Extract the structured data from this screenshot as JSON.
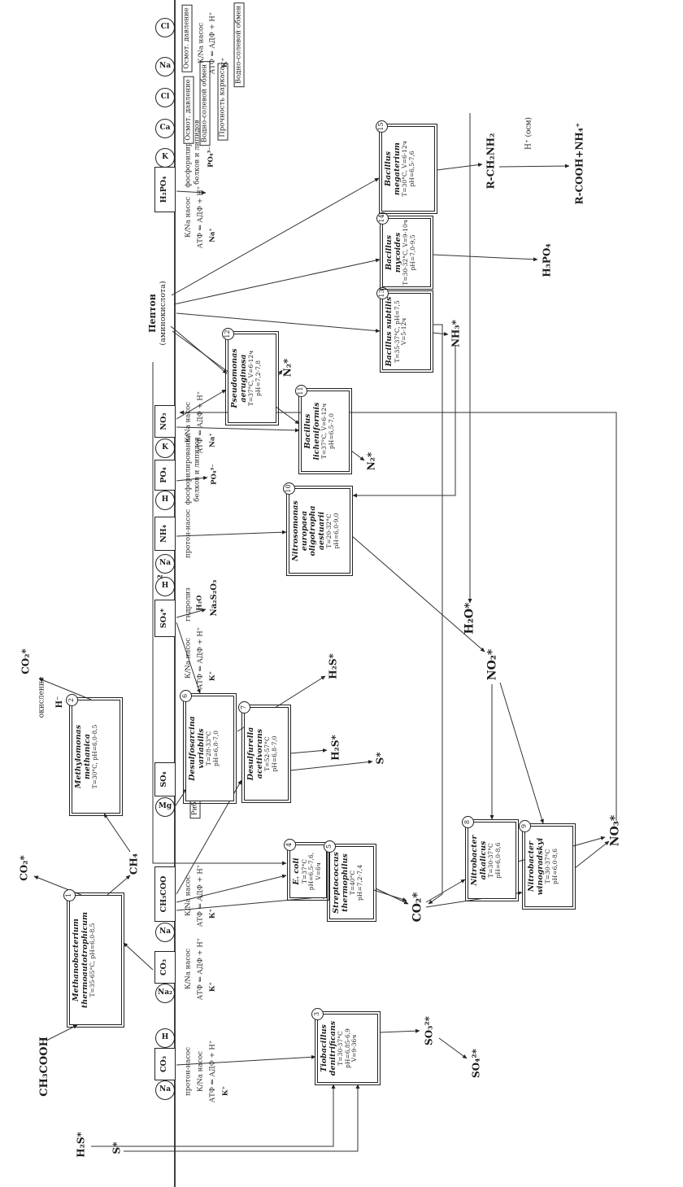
{
  "transport": {
    "pump": "К/Na насос",
    "atp": "АТФ ⇐ АДФ + Н⁺",
    "k_out": "К⁺",
    "na_out": "Na⁺",
    "proton_pump": "протон-насос",
    "phospho_1": "фосфорилирование",
    "phospho_2": "белков и липидов",
    "po4_out": "PO₄³⁻",
    "osmotic": "Осмот. давление",
    "water_salt": "Водно-солевой обмен",
    "framework": "Прочность каркаса",
    "ribosomes": "Рибосомы и мембраны",
    "hydrolysis": "гидролиз",
    "water": "H₂O",
    "thiosulfate": "Na₂S₂O₃"
  },
  "ions": {
    "na": "Na",
    "na2": "Na₂",
    "k": "K",
    "h": "H",
    "ca": "Ca",
    "cl": "Cl",
    "mg": "Mg",
    "two": "2"
  },
  "membrane": {
    "co3": "CO₃",
    "ch3coo": "CH₃COO",
    "so4": "SO₄",
    "so4_star": "SO₄*",
    "nh4": "NH₄",
    "po4": "PO₄",
    "no3": "NO₃",
    "h2po4": "H₂PO₄"
  },
  "labels": {
    "ch3cooh": "CH₃COOH",
    "co2_1": "CO₂*",
    "ch4": "CH₄",
    "oxidation": "окисление",
    "h_minus": "Н⁻",
    "co2_2": "CO₂*",
    "h2s_in": "H₂S*",
    "s_in": "S*",
    "so3": "SO₃²*",
    "so42": "SO₄²*",
    "co2_pool": "CO₂*",
    "h2s_1": "H₂S*",
    "h2s_2": "H₂S*",
    "s_1": "S*",
    "no2": "NO₂*",
    "no3_out": "NO₃*",
    "h2o": "H₂O*",
    "n2_1": "N₂*",
    "n2_2": "N₂*",
    "nh3": "NH₃*",
    "h3po4": "H₃PO₄",
    "rch2nh2": "R-CH₂NH₂",
    "h_osm": "Н⁺ (осм)",
    "rcooh": "R-COOH+NH₄⁺",
    "pepton_1": "Пептон",
    "pepton_2": "(аминокислота)"
  },
  "species": [
    {
      "num": "1",
      "name": "Methanobacterium thermoautotrophicum",
      "params": [
        "T=35-65°C, pH=6,0-8,5"
      ]
    },
    {
      "num": "2",
      "name": "Methylomonas methanica",
      "params": [
        "T=30°C, pH=6,0-8,5"
      ]
    },
    {
      "num": "3",
      "name": "Tiobacillus denitrificans",
      "params": [
        "T=30-37°C",
        "pH=6,85-6,9",
        "V=9-36ч"
      ]
    },
    {
      "num": "4",
      "name": "E. coli",
      "params": [
        "T=37°C",
        "pH=6,5-7,6, V=6ч"
      ]
    },
    {
      "num": "5",
      "name": "Streptococcus thermophilus",
      "params": [
        "T=40°C",
        "pH=7,2-7,4"
      ]
    },
    {
      "num": "6",
      "name": "Desulfosarcina variabilis",
      "params": [
        "T=28-33°C",
        "pH=6,8-7,0"
      ]
    },
    {
      "num": "7",
      "name": "Desulfurella acetivorans",
      "params": [
        "T=52-57°C",
        "pH=6,8-7,0"
      ]
    },
    {
      "num": "8",
      "name": "Nitrobacter alkalicus",
      "params": [
        "T=30-37°C",
        "pH=6,0-8,6"
      ]
    },
    {
      "num": "9",
      "name": "Nitrobacter winogradskyi",
      "params": [
        "T=30-37°C",
        "pH=6,0-8,6"
      ]
    },
    {
      "num": "10",
      "name": "Nitrosomonas europaea oligotropha aestuarii",
      "params": [
        "T=20-32°C",
        "pH=6,0-9,0"
      ]
    },
    {
      "num": "11",
      "name": "Bacillus licheniformis",
      "params": [
        "T=37°C, V=6-12ч",
        "pH=6,5-7,0"
      ]
    },
    {
      "num": "12",
      "name": "Pseudomonas aeruginosa",
      "params": [
        "T=37°C, V=6-12ч",
        "pH=7,2-7,8"
      ]
    },
    {
      "num": "13",
      "name": "Bacillus subtilis",
      "params": [
        "T=35-37°C, pH=7,5",
        "V=5-12ч"
      ]
    },
    {
      "num": "14",
      "name": "Bacillus mycoides",
      "params": [
        "T=30-32°C, V=9-10ч",
        "pH=7,0-9,5"
      ]
    },
    {
      "num": "15",
      "name": "Bacillus megaterium",
      "params": [
        "T=30°C, V=6-12ч",
        "pH=6,5-7,6"
      ]
    }
  ]
}
